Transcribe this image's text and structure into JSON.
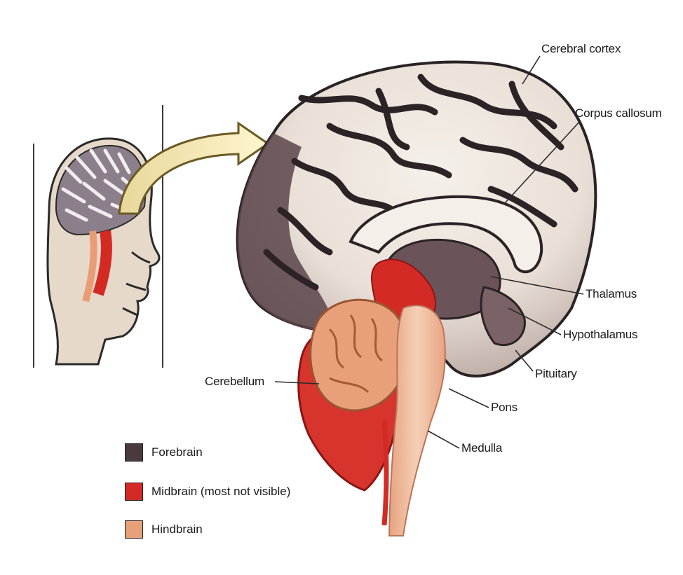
{
  "labels": {
    "cerebral_cortex": "Cerebral cortex",
    "corpus_callosum": "Corpus callosum",
    "thalamus": "Thalamus",
    "hypothalamus": "Hypothalamus",
    "pituitary": "Pituitary",
    "pons": "Pons",
    "medulla": "Medulla",
    "cerebellum": "Cerebellum"
  },
  "legend": [
    {
      "label": "Forebrain",
      "color": "#4a3a3e"
    },
    {
      "label": "Midbrain (most not visible)",
      "color": "#d42a25"
    },
    {
      "label": "Hindbrain",
      "color": "#e8a07a"
    }
  ],
  "colors": {
    "forebrain": "#4a3a3e",
    "cortex_gyri": "#f1ece6",
    "sulci": "#2b2326",
    "midbrain": "#d42a25",
    "hindbrain": "#e8a07a",
    "arrow": "#b89a3a"
  }
}
